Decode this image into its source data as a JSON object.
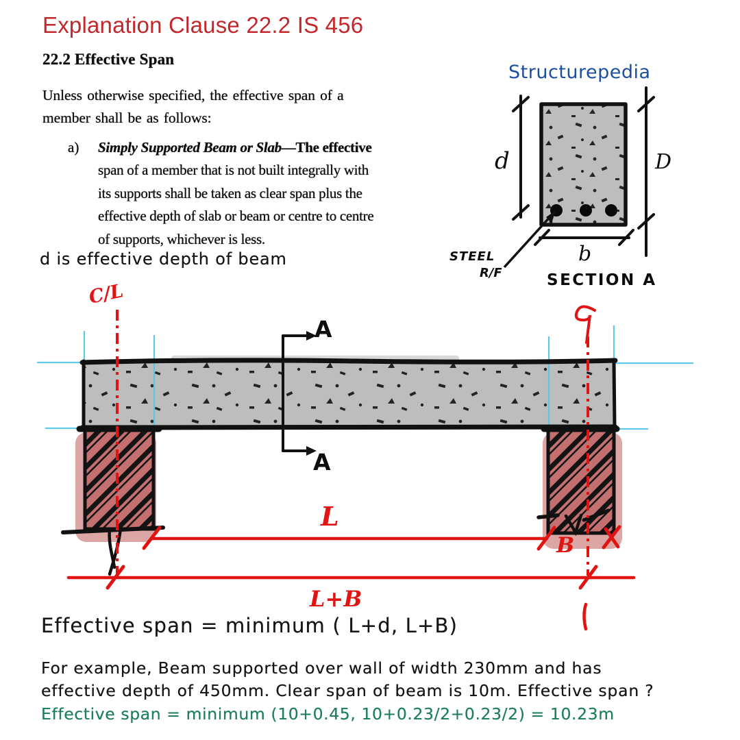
{
  "title": {
    "text": "Explanation Clause 22.2 IS 456"
  },
  "clause": {
    "heading": "22.2  Effective Span",
    "intro_lines": [
      "Unless otherwise specified, the effective span of a",
      "member shall be as follows:"
    ],
    "item": {
      "marker": "a)",
      "lead_italic": "Simply Supported Beam or Slab",
      "lead_rest": "—The effective",
      "lines": [
        "span of a member that is not built integrally with",
        "its supports shall be taken as clear span plus the",
        "effective depth of slab or beam or centre to centre",
        "of supports, whichever is less."
      ]
    }
  },
  "handwritten": {
    "depth_note": "d is effective depth of beam",
    "formula": "Effective span = minimum ( L+d, L+B)",
    "example_line1": "For example, Beam supported over wall of width 230mm and has",
    "example_line2": "effective depth of 450mm. Clear span of beam is 10m. Effective span ?",
    "answer": "Effective span = minimum (10+0.45, 10+0.23/2+0.23/2) = 10.23m"
  },
  "section_figure": {
    "brand": "Structurepedia",
    "label_d": "d",
    "label_D": "D",
    "label_b": "b",
    "steel_line1": "STEEL",
    "steel_line2": "R/F",
    "caption": "SECTION A"
  },
  "beam_figure": {
    "label_section_top": "A",
    "label_section_bottom": "A",
    "label_span": "L",
    "label_total": "L+B",
    "label_support_width": "B",
    "label_centerline_left": "C/L",
    "label_centerline_right": "℄"
  },
  "colors": {
    "title_red": "#c3272b",
    "annotation_red": "#e11414",
    "construction_cyan": "#56c7e5",
    "concrete_gray": "#bdbdbd",
    "support_pink": "#c47070",
    "brand_blue": "#1d4f9c",
    "answer_green": "#1f7e5c",
    "ink_black": "#111111"
  }
}
